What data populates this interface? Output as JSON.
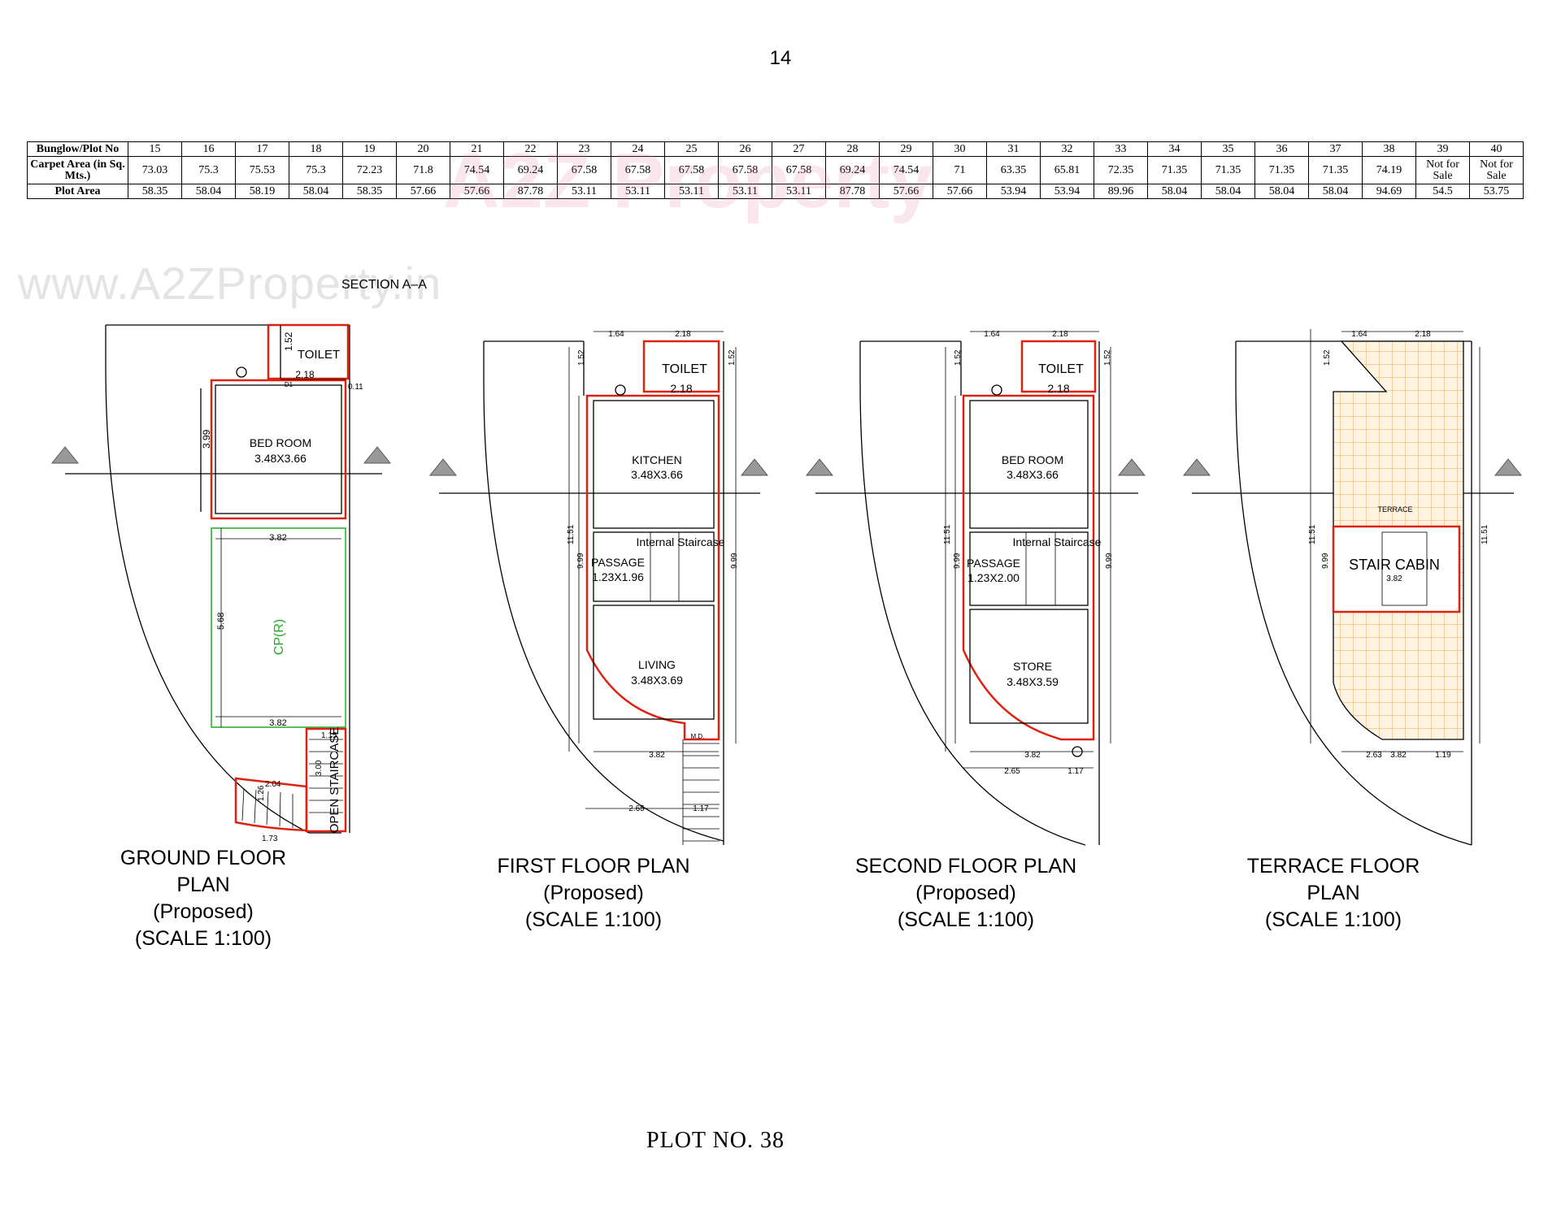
{
  "page_number": "14",
  "table": {
    "row_headers": [
      "Bunglow/Plot No",
      "Carpet Area (in Sq. Mts.)",
      "Plot Area"
    ],
    "plot_numbers": [
      "15",
      "16",
      "17",
      "18",
      "19",
      "20",
      "21",
      "22",
      "23",
      "24",
      "25",
      "26",
      "27",
      "28",
      "29",
      "30",
      "31",
      "32",
      "33",
      "34",
      "35",
      "36",
      "37",
      "38",
      "39",
      "40"
    ],
    "carpet_area": [
      "73.03",
      "75.3",
      "75.53",
      "75.3",
      "72.23",
      "71.8",
      "74.54",
      "69.24",
      "67.58",
      "67.58",
      "67.58",
      "67.58",
      "67.58",
      "69.24",
      "74.54",
      "71",
      "63.35",
      "65.81",
      "72.35",
      "71.35",
      "71.35",
      "71.35",
      "71.35",
      "74.19",
      "Not for Sale",
      "Not for Sale"
    ],
    "plot_area": [
      "58.35",
      "58.04",
      "58.19",
      "58.04",
      "58.35",
      "57.66",
      "57.66",
      "87.78",
      "53.11",
      "53.11",
      "53.11",
      "53.11",
      "53.11",
      "87.78",
      "57.66",
      "57.66",
      "53.94",
      "53.94",
      "89.96",
      "58.04",
      "58.04",
      "58.04",
      "58.04",
      "94.69",
      "54.5",
      "53.75"
    ]
  },
  "watermarks": {
    "site": "www.A2ZProperty.in",
    "brand": "A2Z Property"
  },
  "section_label": "SECTION A–A",
  "plans": {
    "ground": {
      "title": "GROUND FLOOR PLAN",
      "subtitle": "(Proposed)",
      "scale": "(SCALE 1:100)",
      "rooms": {
        "toilet": "TOILET",
        "bedroom": "BED ROOM",
        "bedroom_size": "3.48X3.66",
        "parking": "CP(R)",
        "stair": "OPEN STAIRCASE"
      },
      "dims": {
        "d1": "1.52",
        "d2": "2.18",
        "d3": "3.99",
        "d4": "3.82",
        "d5": "5.68",
        "d6": "3.82",
        "d7": "0.11",
        "d8": "1.26",
        "d9": "2.04",
        "d10": "1.73",
        "d11": "3.00",
        "d12": "1.15",
        "door": "D1"
      }
    },
    "first": {
      "title": "FIRST FLOOR PLAN",
      "subtitle": "(Proposed)",
      "scale": "(SCALE 1:100)",
      "rooms": {
        "toilet": "TOILET",
        "kitchen": "KITCHEN",
        "kitchen_size": "3.48X3.66",
        "passage": "PASSAGE",
        "passage_size": "1.23X1.96",
        "stair": "Internal Staircase",
        "living": "LIVING",
        "living_size": "3.48X3.69"
      },
      "dims": {
        "t1": "1.64",
        "t2": "2.18",
        "l1": "1.52",
        "l2": "11.51",
        "l3": "9.99",
        "r1": "1.52",
        "r2": "9.99",
        "b1": "3.82",
        "b2": "2.65",
        "b3": "1.17",
        "t3": "2.18",
        "md": "M.D."
      }
    },
    "second": {
      "title": "SECOND FLOOR PLAN",
      "subtitle": "(Proposed)",
      "scale": "(SCALE 1:100)",
      "rooms": {
        "toilet": "TOILET",
        "bedroom": "BED ROOM",
        "bedroom_size": "3.48X3.66",
        "passage": "PASSAGE",
        "passage_size": "1.23X2.00",
        "stair": "Internal Staircase",
        "store": "STORE",
        "store_size": "3.48X3.59"
      },
      "dims": {
        "t1": "1.64",
        "t2": "2.18",
        "l1": "1.52",
        "l2": "11.51",
        "l3": "9.99",
        "r1": "1.52",
        "r2": "9.99",
        "b1": "3.82",
        "b2": "2.65",
        "b3": "1.17",
        "t3": "2.18"
      }
    },
    "terrace": {
      "title": "TERRACE FLOOR PLAN",
      "scale": "(SCALE 1:100)",
      "rooms": {
        "terrace": "TERRACE",
        "cabin": "STAIR CABIN"
      },
      "dims": {
        "t1": "1.64",
        "t2": "2.18",
        "l1": "1.52",
        "l2": "11.51",
        "l3": "9.99",
        "r1": "11.51",
        "b1": "2.63",
        "b2": "3.82",
        "b3": "1.19",
        "c1": "3.82"
      }
    }
  },
  "footer": "PLOT NO. 38"
}
